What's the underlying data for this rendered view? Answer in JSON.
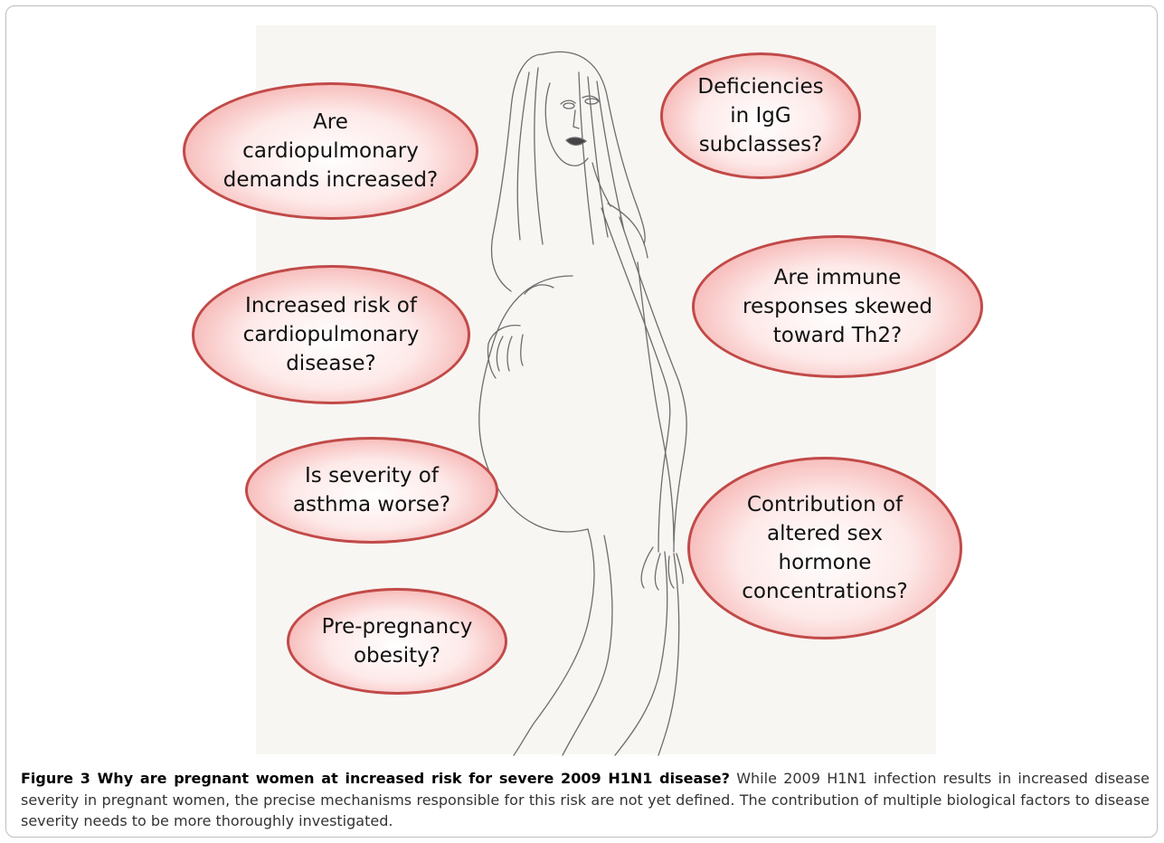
{
  "figure": {
    "bubbles": {
      "cardiopulmonary_demands": "Are\ncardiopulmonary\ndemands increased?",
      "igg": "Deficiencies\nin IgG\nsubclasses?",
      "cardio_disease": "Increased risk of\ncardiopulmonary\ndisease?",
      "th2": "Are immune\nresponses skewed\ntoward Th2?",
      "asthma": "Is severity of\nasthma worse?",
      "hormones": "Contribution of\naltered sex\nhormone\nconcentrations?",
      "obesity": "Pre-pregnancy\nobesity?"
    },
    "colors": {
      "bubble_border": "#c14a48",
      "bubble_fill": "#f4a9a7"
    }
  },
  "caption": {
    "label": "Figure 3 Why are pregnant women at increased risk for severe 2009 H1N1 disease?",
    "text": " While 2009 H1N1 infection results in increased disease severity in pregnant women, the precise mechanisms responsible for this risk are not yet defined. The contribution of multiple biological factors to disease severity needs to be more thoroughly investigated."
  }
}
